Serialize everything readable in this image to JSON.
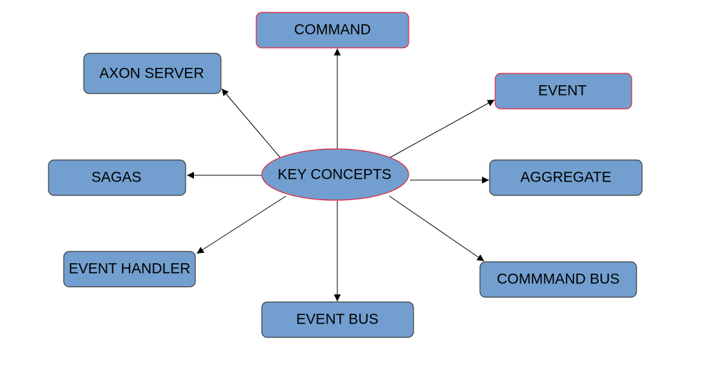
{
  "diagram": {
    "type": "mind-map",
    "colors": {
      "node_fill": "#729fcf",
      "node_border_default": "#3c3c3c",
      "node_border_highlight": "#e0203a",
      "arrow": "#000000",
      "text": "#000000"
    },
    "center": {
      "id": "key-concepts",
      "label": "KEY CONCEPTS",
      "shape": "ellipse",
      "highlighted": true
    },
    "nodes": [
      {
        "id": "command",
        "label": "COMMAND",
        "highlighted": true
      },
      {
        "id": "axon-server",
        "label": "AXON SERVER",
        "highlighted": false
      },
      {
        "id": "event",
        "label": "EVENT",
        "highlighted": true
      },
      {
        "id": "sagas",
        "label": "SAGAS",
        "highlighted": false
      },
      {
        "id": "aggregate",
        "label": "AGGREGATE",
        "highlighted": false
      },
      {
        "id": "event-handler",
        "label": "EVENT HANDLER",
        "highlighted": false
      },
      {
        "id": "event-bus",
        "label": "EVENT BUS",
        "highlighted": false
      },
      {
        "id": "command-bus",
        "label": "COMMMAND BUS",
        "highlighted": false
      }
    ],
    "edges": [
      {
        "from": "key-concepts",
        "to": "command"
      },
      {
        "from": "key-concepts",
        "to": "axon-server"
      },
      {
        "from": "key-concepts",
        "to": "event"
      },
      {
        "from": "key-concepts",
        "to": "sagas"
      },
      {
        "from": "key-concepts",
        "to": "aggregate"
      },
      {
        "from": "key-concepts",
        "to": "event-handler"
      },
      {
        "from": "key-concepts",
        "to": "event-bus"
      },
      {
        "from": "key-concepts",
        "to": "command-bus"
      }
    ]
  }
}
